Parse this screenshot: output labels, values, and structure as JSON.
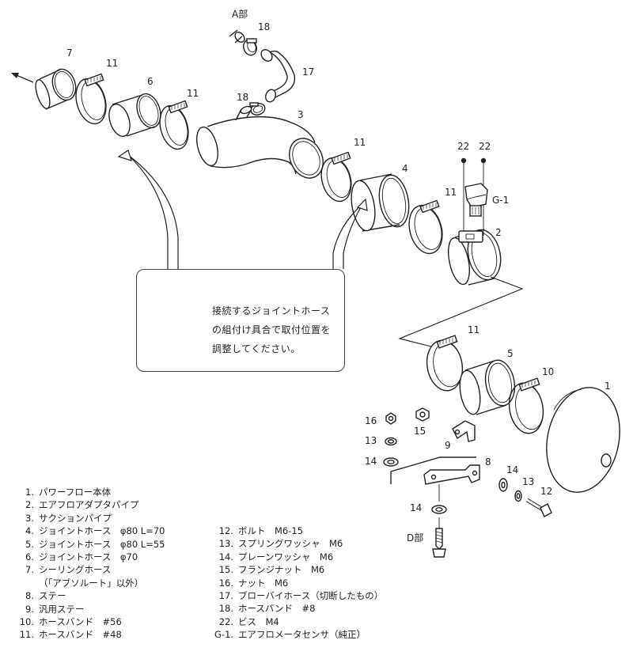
{
  "diagram": {
    "callout_text": [
      "接続するジョイントホース",
      "の組付け具合で取付位置を",
      "調整してください。"
    ],
    "part_labels": {
      "p7": "7",
      "p11a": "11",
      "p6": "6",
      "p11b": "11",
      "detail_a": "A部",
      "p18a": "18",
      "p17": "17",
      "p18b": "18",
      "p3": "3",
      "p11c": "11",
      "p4": "4",
      "p22a": "22",
      "p22b": "22",
      "p11d": "11",
      "g1": "G-1",
      "p2": "2",
      "p11e": "11",
      "p5": "5",
      "p10": "10",
      "p1": "1",
      "p16": "16",
      "p15": "15",
      "p13a": "13",
      "p9": "9",
      "p14a": "14",
      "p8": "8",
      "p14b": "14",
      "p13b": "13",
      "p14c": "14",
      "p12": "12",
      "detail_d": "D部"
    }
  },
  "parts_list_left": [
    {
      "num": "1.",
      "text": "パワーフロー本体"
    },
    {
      "num": "2.",
      "text": "エアフロアダプタパイプ"
    },
    {
      "num": "3.",
      "text": "サクションパイプ"
    },
    {
      "num": "4.",
      "text": "ジョイントホース　φ80 L=70"
    },
    {
      "num": "5.",
      "text": "ジョイントホース　φ80 L=55"
    },
    {
      "num": "6.",
      "text": "ジョイントホース　φ70"
    },
    {
      "num": "7.",
      "text": "シーリングホース"
    },
    {
      "num": "",
      "text": "（「アブソルート」以外）"
    },
    {
      "num": "8.",
      "text": "ステー"
    },
    {
      "num": "9.",
      "text": "汎用ステー"
    },
    {
      "num": "10.",
      "text": "ホースバンド　#56"
    },
    {
      "num": "11.",
      "text": "ホースバンド　#48"
    }
  ],
  "parts_list_right": [
    {
      "num": "12.",
      "text": "ボルト　M6-15"
    },
    {
      "num": "13.",
      "text": "スプリングワッシャ　M6"
    },
    {
      "num": "14.",
      "text": "プレーンワッシャ　M6"
    },
    {
      "num": "15.",
      "text": "フランジナット　M6"
    },
    {
      "num": "16.",
      "text": "ナット　M6"
    },
    {
      "num": "17.",
      "text": "ブローバイホース（切断したもの）"
    },
    {
      "num": "18.",
      "text": "ホースバンド　#8"
    },
    {
      "num": "22.",
      "text": "ビス　M4"
    },
    {
      "num": "G-1.",
      "text": "エアフロメータセンサ（純正）"
    }
  ]
}
